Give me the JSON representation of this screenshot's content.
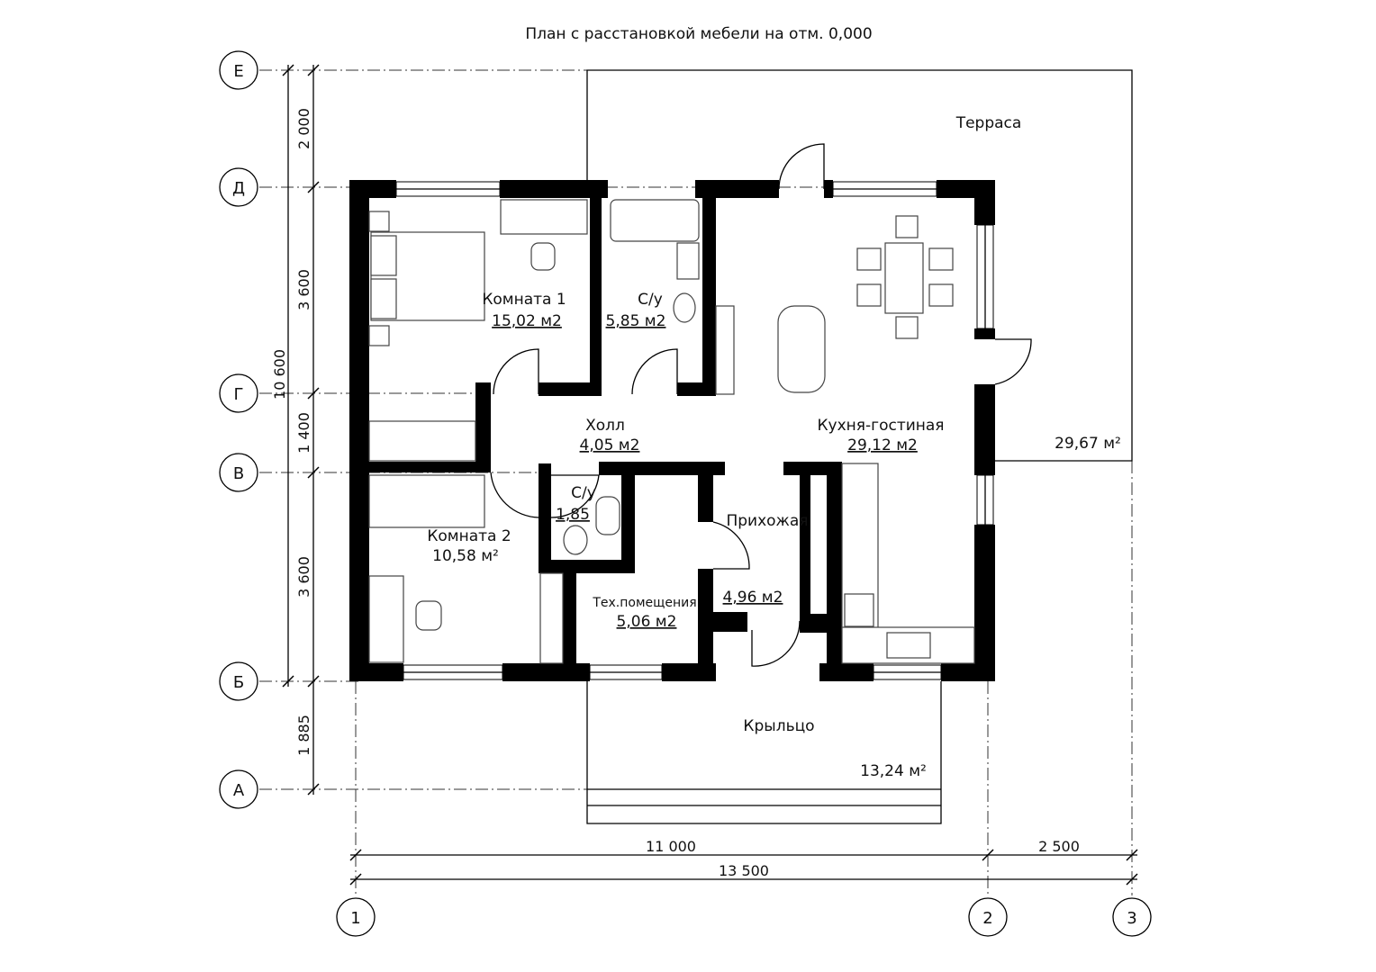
{
  "title": "План с расстановкой мебели на отм. 0,000",
  "rooms": [
    {
      "name": "Комната 1",
      "area": "15,02 м2"
    },
    {
      "name": "С/у",
      "area": "5,85 м2"
    },
    {
      "name": "Холл",
      "area": "4,05 м2"
    },
    {
      "name": "Кухня-гостиная",
      "area": "29,12 м2"
    },
    {
      "name": "С/у",
      "area": "1,85"
    },
    {
      "name": "Комната 2",
      "area": "10,58 м²"
    },
    {
      "name": "Прихожая",
      "area": "4,96 м2"
    },
    {
      "name": "Тех.помещения",
      "area": "5,06 м2"
    },
    {
      "name": "Терраса",
      "area": "29,67 м²"
    },
    {
      "name": "Крыльцо",
      "area": "13,24 м²"
    }
  ],
  "axes_rows": [
    "Е",
    "Д",
    "Г",
    "В",
    "Б",
    "А"
  ],
  "axes_cols": [
    "1",
    "2",
    "3"
  ],
  "dims_vertical": [
    "2 000",
    "3 600",
    "10 600",
    "1 400",
    "3 600",
    "1 885"
  ],
  "dims_horizontal": [
    "11 000",
    "2 500",
    "13 500"
  ]
}
